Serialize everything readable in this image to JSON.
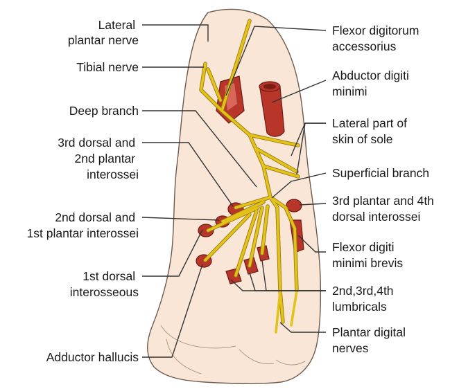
{
  "colors": {
    "skin": "#f9e6d6",
    "skin_outline": "#6b5a4e",
    "nerve": "#e3c21a",
    "muscle": "#b8352a",
    "leader": "#333333",
    "text": "#1a1a1a"
  },
  "labels": {
    "lateral_plantar_nerve": [
      "Lateral",
      "plantar nerve"
    ],
    "tibial_nerve": [
      "Tibial nerve"
    ],
    "deep_branch": [
      "Deep branch"
    ],
    "third_dorsal_second_plantar": [
      "3rd dorsal and",
      "2nd plantar",
      "interossei"
    ],
    "second_dorsal_first_plantar": [
      "2nd dorsal and",
      "1st plantar interossei"
    ],
    "first_dorsal_interosseous": [
      "1st dorsal",
      "interosseous"
    ],
    "adductor_hallucis": [
      "Adductor hallucis"
    ],
    "flexor_digitorum_accessorius": [
      "Flexor digitorum",
      "accessorius"
    ],
    "abductor_digiti_minimi": [
      "Abductor digiti",
      "minimi"
    ],
    "lateral_part_skin_sole": [
      "Lateral part of",
      "skin of sole"
    ],
    "superficial_branch": [
      "Superficial branch"
    ],
    "third_plantar_fourth_dorsal": [
      "3rd plantar and 4th",
      "dorsal interossei"
    ],
    "flexor_digiti_minimi_brevis": [
      "Flexor digiti",
      "minimi brevis"
    ],
    "lumbricals": [
      "2nd,3rd,4th",
      "lumbricals"
    ],
    "plantar_digital_nerves": [
      "Plantar digital",
      "nerves"
    ]
  }
}
